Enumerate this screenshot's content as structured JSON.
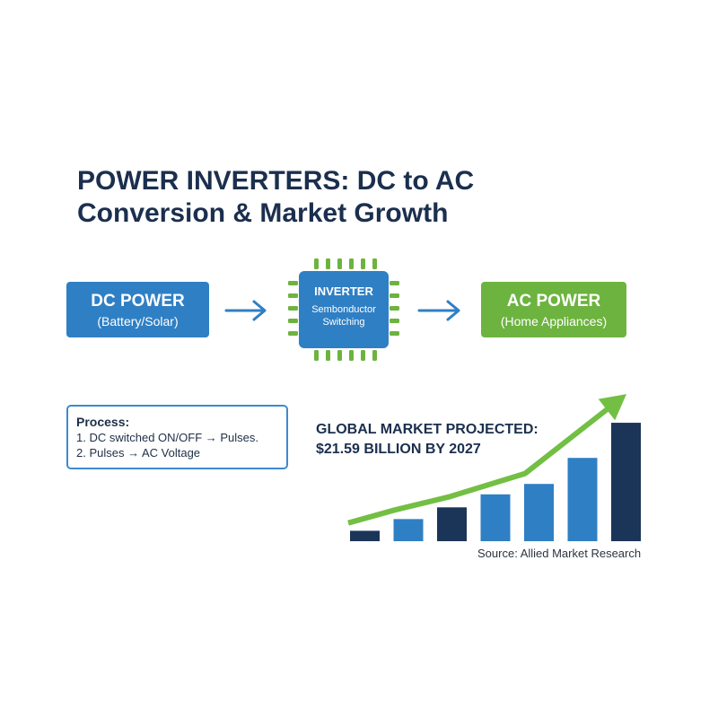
{
  "title": {
    "line1": "POWER INVERTERS: DC to AC",
    "line2": "Conversion & Market Growth"
  },
  "flow": {
    "dc": {
      "title": "DC POWER",
      "subtitle": "(Battery/Solar)"
    },
    "inverter": {
      "title": "INVERTER",
      "subtitle_line1": "Sembonductor",
      "subtitle_line2": "Switching"
    },
    "ac": {
      "title": "AC POWER",
      "subtitle": "(Home Appliances)"
    }
  },
  "process": {
    "title": "Process:",
    "steps": [
      "1. DC switched ON/OFF → Pulses.",
      "2. Pulses → AC Voltage"
    ]
  },
  "market": {
    "line1": "GLOBAL MARKET PROJECTED:",
    "line2": "$21.59 BILLION BY 2027"
  },
  "source": "Source: Allied Market Research",
  "colors": {
    "navy": "#1b3559",
    "blue": "#2f7fc4",
    "green": "#6db33f",
    "arrow_green": "#72bf44",
    "title": "#1b2f4e"
  },
  "chart_data": {
    "type": "bar",
    "title": "",
    "xlabel": "",
    "ylabel": "",
    "ylim": [
      0,
      100
    ],
    "values": [
      8,
      17,
      26,
      36,
      44,
      64,
      91
    ],
    "bar_colors": [
      "#1b3559",
      "#2f7fc4",
      "#1b3559",
      "#2f7fc4",
      "#2f7fc4",
      "#2f7fc4",
      "#1b3559"
    ],
    "trend_arrow": {
      "color": "#72bf44",
      "values": [
        14,
        24,
        34,
        52,
        113
      ]
    }
  }
}
